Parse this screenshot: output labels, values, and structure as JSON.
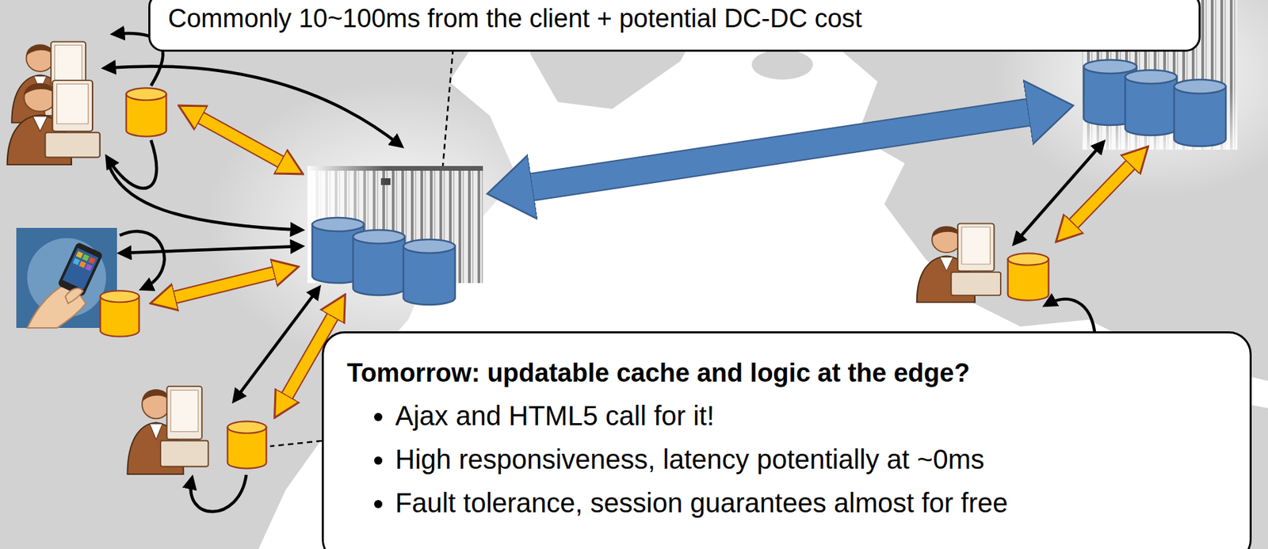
{
  "diagram": {
    "nodes": [
      {
        "text": [
          "Commonly 10~100ms from the client + potential DC-DC cost"
        ]
      },
      {
        "text": [
          "Tomorrow: updatable cache and logic at the edge?",
          "Ajax and HTML5 call for it!",
          "High responsiveness, latency potentially at ~0ms",
          "Fault tolerance, session guarantees almost for free"
        ]
      }
    ]
  }
}
